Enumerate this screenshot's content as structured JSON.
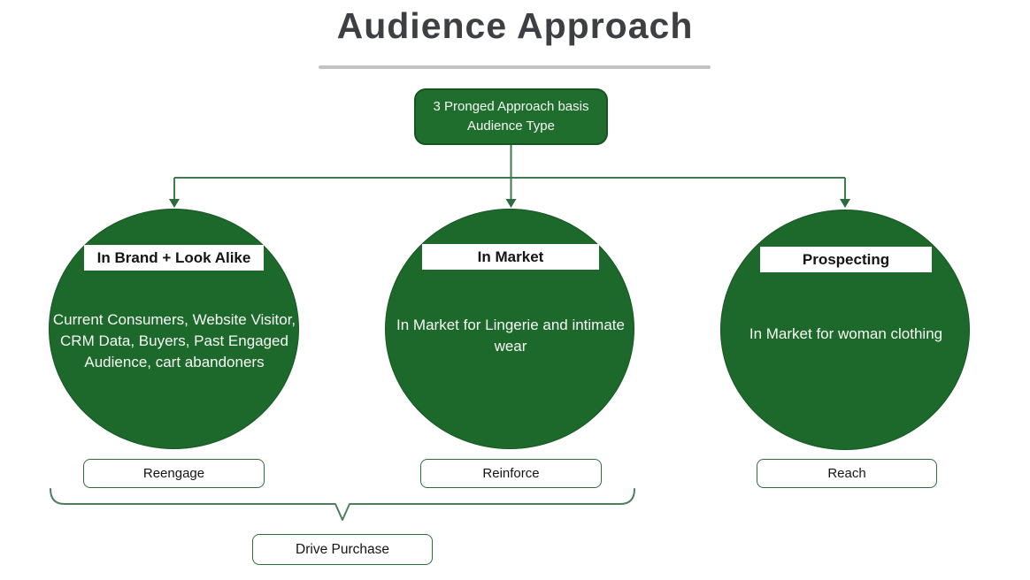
{
  "title": "Audience Approach",
  "root": {
    "label": "3 Pronged Approach basis Audience Type"
  },
  "branches": [
    {
      "header": "In Brand + Look Alike",
      "description": "Current Consumers, Website Visitor, CRM Data, Buyers, Past Engaged Audience, cart abandoners",
      "action": "Reengage"
    },
    {
      "header": "In Market",
      "description": "In Market for Lingerie and intimate wear",
      "action": "Reinforce"
    },
    {
      "header": "Prospecting",
      "description": "In Market for woman clothing",
      "action": "Reach"
    }
  ],
  "outcome": {
    "label": "Drive Purchase"
  },
  "colors": {
    "circle_green": "#1d682b",
    "root_box_green": "#1f6e2d",
    "connector_green": "#3e7a4e",
    "action_border_green": "#2e6b3c",
    "title_gray": "#3d3f42",
    "divider_gray": "#c2c2c2"
  }
}
